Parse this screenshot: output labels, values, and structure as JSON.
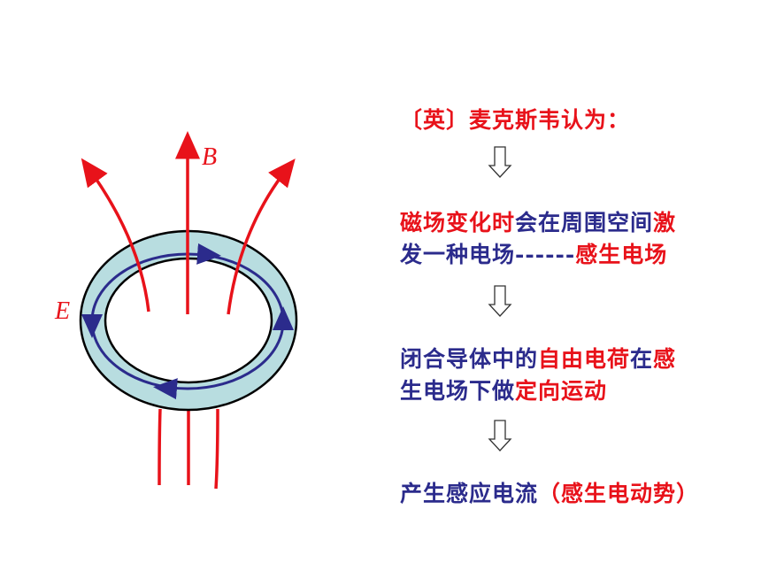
{
  "diagram": {
    "label_b": "B",
    "label_e": "E",
    "colors": {
      "field_line": "#e8121a",
      "ring_fill": "#b8dde0",
      "loop": "#2b2b8c"
    }
  },
  "text": {
    "line1": [
      {
        "t": "〔英〕麦克斯韦认为：",
        "c": "red"
      }
    ],
    "line2": [
      {
        "t": "磁场变化时",
        "c": "red"
      },
      {
        "t": "会在周围空间",
        "c": "blue"
      },
      {
        "t": "激",
        "c": "red"
      }
    ],
    "line3": [
      {
        "t": "发一种电场------",
        "c": "blue"
      },
      {
        "t": "感生电场",
        "c": "red"
      }
    ],
    "line4": [
      {
        "t": "闭合导体中的",
        "c": "blue"
      },
      {
        "t": "自由电荷",
        "c": "red"
      },
      {
        "t": "在",
        "c": "blue"
      },
      {
        "t": "感",
        "c": "red"
      }
    ],
    "line5": [
      {
        "t": "生电场下做",
        "c": "blue"
      },
      {
        "t": "定向运动",
        "c": "red"
      }
    ],
    "line6": [
      {
        "t": "产生感应电流",
        "c": "blue"
      },
      {
        "t": "（感生电动势）",
        "c": "red"
      }
    ]
  }
}
